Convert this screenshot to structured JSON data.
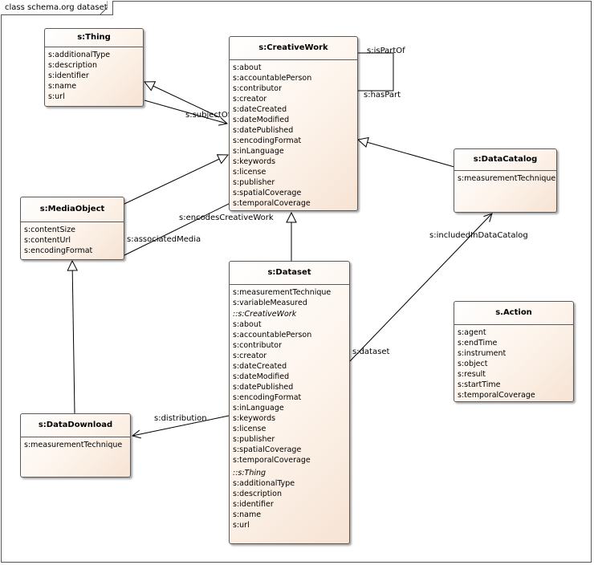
{
  "frame": {
    "title": "class schema.org dataset"
  },
  "classes": {
    "thing": {
      "name": "s:Thing",
      "attributes": [
        "s:additionalType",
        "s:description",
        "s:identifier",
        "s:name",
        "s:url"
      ]
    },
    "creative_work": {
      "name": "s:CreativeWork",
      "attributes": [
        "s:about",
        "s:accountablePerson",
        "s:contributor",
        "s:creator",
        "s:dateCreated",
        "s:dateModified",
        "s:datePublished",
        "s:encodingFormat",
        "s:inLanguage",
        "s:keywords",
        "s:license",
        "s:publisher",
        "s:spatialCoverage",
        "s:temporalCoverage"
      ]
    },
    "data_catalog": {
      "name": "s:DataCatalog",
      "attributes": [
        "s:measurementTechnique"
      ]
    },
    "media_object": {
      "name": "s:MediaObject",
      "attributes": [
        "s:contentSize",
        "s:contentUrl",
        "s:encodingFormat"
      ]
    },
    "dataset": {
      "name": "s:Dataset",
      "attributes": [
        "s:measurementTechnique",
        "s:variableMeasured"
      ],
      "inherited_creative_work_label": "::s:CreativeWork",
      "inherited_creative_work": [
        "s:about",
        "s:accountablePerson",
        "s:contributor",
        "s:creator",
        "s:dateCreated",
        "s:dateModified",
        "s:datePublished",
        "s:encodingFormat",
        "s:inLanguage",
        "s:keywords",
        "s:license",
        "s:publisher",
        "s:spatialCoverage",
        "s:temporalCoverage"
      ],
      "inherited_thing_label": "::s:Thing",
      "inherited_thing": [
        "s:additionalType",
        "s:description",
        "s:identifier",
        "s:name",
        "s:url"
      ]
    },
    "action": {
      "name": "s.Action",
      "attributes": [
        "s:agent",
        "s:endTime",
        "s:instrument",
        "s:object",
        "s:result",
        "s:startTime",
        "s:temporalCoverage"
      ]
    },
    "data_download": {
      "name": "s:DataDownload",
      "attributes": [
        "s:measurementTechnique"
      ]
    }
  },
  "edges": {
    "is_part_of": "s:isPartOf",
    "has_part": "s:hasPart",
    "subject_of": "s:subjectOf",
    "encodes_creative_work": "s:encodesCreativeWork",
    "associated_media": "s:associatedMedia",
    "included_in_data_catalog": "s:includedInDataCatalog",
    "dataset": "s:dataset",
    "distribution": "s:distribution"
  }
}
